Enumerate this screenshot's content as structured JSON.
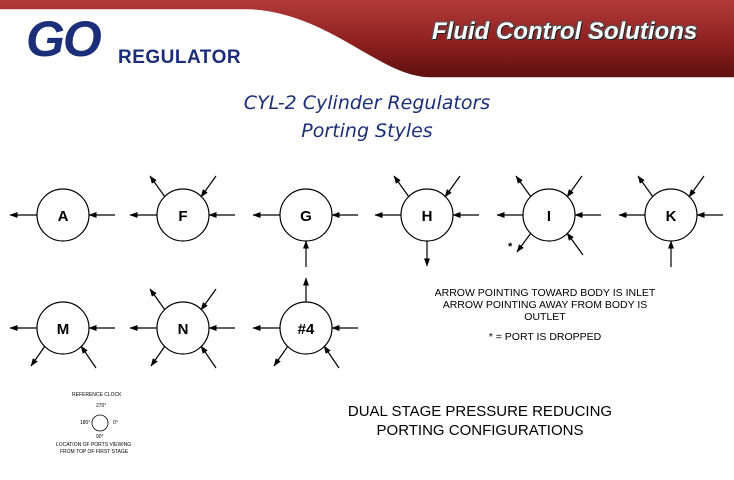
{
  "header": {
    "logo_main": "GO",
    "logo_sub": "REGULATOR",
    "tagline": "Fluid Control Solutions"
  },
  "title": {
    "line1": "CYL-2  Cylinder Regulators",
    "line2": "Porting Styles"
  },
  "styles": [
    {
      "label": "A"
    },
    {
      "label": "F"
    },
    {
      "label": "G"
    },
    {
      "label": "H"
    },
    {
      "label": "I"
    },
    {
      "label": "K"
    },
    {
      "label": "M"
    },
    {
      "label": "N"
    },
    {
      "label": "#4"
    }
  ],
  "dropped_marker": "*",
  "notes": {
    "line1": "ARROW POINTING TOWARD BODY IS INLET",
    "line2": "ARROW POINTING AWAY FROM BODY IS",
    "line3": "OUTLET",
    "dropped": "* = PORT IS DROPPED"
  },
  "reference_clock": {
    "title": "REFERENCE CLOCK",
    "deg_top": "270°",
    "deg_left": "180°",
    "deg_right": "0°",
    "deg_bottom": "90°",
    "caption1": "LOCATION OF PORTS VIEWING",
    "caption2": "FROM TOP OF FIRST STAGE"
  },
  "bottom_title": {
    "line1": "DUAL STAGE PRESSURE REDUCING",
    "line2": "PORTING CONFIGURATIONS"
  },
  "colors": {
    "brand_blue": "#1c2e7a",
    "banner_red": "#8e1f1f"
  }
}
